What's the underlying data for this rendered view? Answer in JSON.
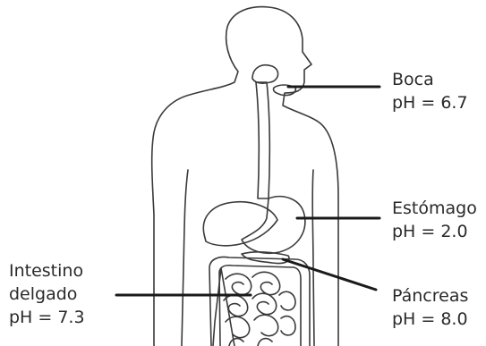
{
  "labels": {
    "boca": {
      "name": "Boca",
      "ph": "pH = 6.7"
    },
    "estomago": {
      "name": "Estómago",
      "ph": "pH = 2.0"
    },
    "pancreas": {
      "name": "Páncreas",
      "ph": "pH = 8.0"
    },
    "intestino": {
      "name_line1": "Intestino",
      "name_line2": "delgado",
      "ph": "pH = 7.3"
    }
  },
  "colors": {
    "outline": "#3a3a3a",
    "text": "#2a2a2a",
    "pointer": "#1a1a1a"
  }
}
